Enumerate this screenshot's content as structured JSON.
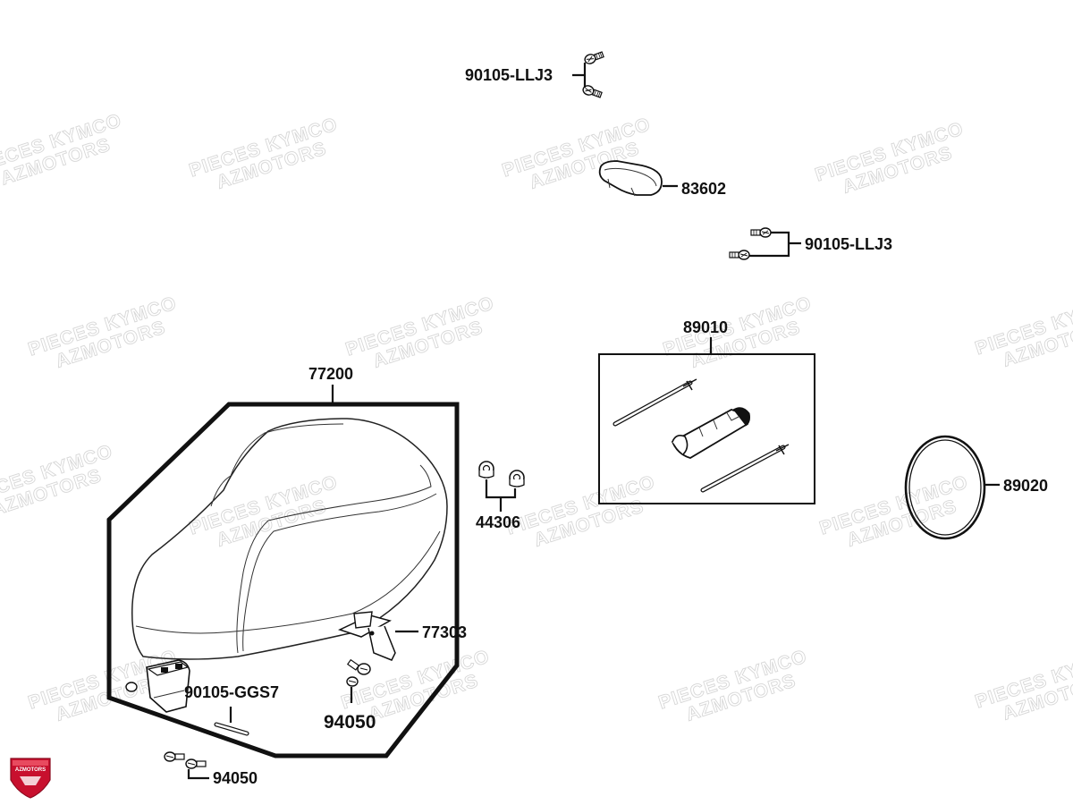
{
  "watermark": {
    "line1": "PIECES KYMCO",
    "line2": "AZMOTORS"
  },
  "logo": {
    "text": "AZMOTORS"
  },
  "labels": {
    "screw_top": "90105-LLJ3",
    "cover": "83602",
    "screw_right": "90105-LLJ3",
    "tool_kit": "89010",
    "seat_assy": "77200",
    "bushing": "44306",
    "band": "89020",
    "hook": "77303",
    "hinge_bolt": "90105-GGS7",
    "bolt_inner": "94050",
    "bolt_outer": "94050"
  }
}
